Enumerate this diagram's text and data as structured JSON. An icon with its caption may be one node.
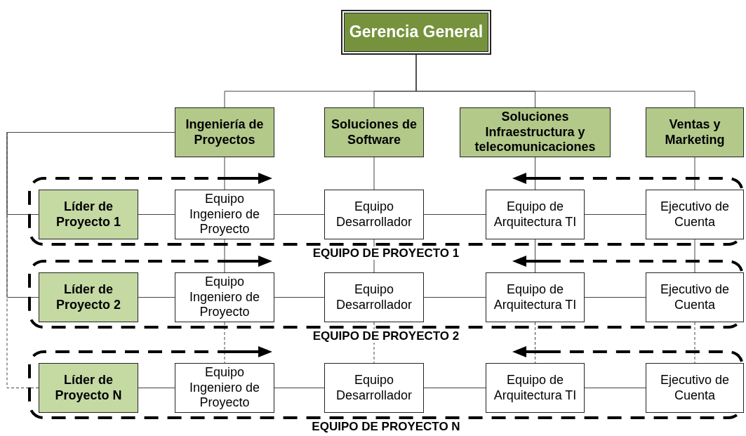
{
  "diagram": {
    "nodes": [
      {
        "text": [
          "Gerencia General"
        ]
      },
      {
        "text": [
          "Ingeniería de Proyectos"
        ]
      },
      {
        "text": [
          "Soluciones de Software"
        ]
      },
      {
        "text": [
          "Soluciones Infraestructura y telecomunicaciones"
        ]
      },
      {
        "text": [
          "Ventas y Marketing"
        ]
      },
      {
        "text": [
          "EQUIPO DE PROYECTO 1"
        ]
      },
      {
        "text": [
          "Líder de Proyecto 1"
        ],
        "in": 5
      },
      {
        "text": [
          "Equipo Ingeniero de Proyecto"
        ],
        "in": 5
      },
      {
        "text": [
          "Equipo Desarrollador"
        ],
        "in": 5
      },
      {
        "text": [
          "Equipo de Arquitectura TI"
        ],
        "in": 5
      },
      {
        "text": [
          "Ejecutivo de Cuenta"
        ],
        "in": 5
      },
      {
        "text": [
          "EQUIPO DE PROYECTO 2"
        ]
      },
      {
        "text": [
          "Líder de Proyecto 2"
        ],
        "in": 11
      },
      {
        "text": [
          "Equipo Ingeniero de Proyecto"
        ],
        "in": 11
      },
      {
        "text": [
          "Equipo Desarrollador"
        ],
        "in": 11
      },
      {
        "text": [
          "Equipo de Arquitectura TI"
        ],
        "in": 11
      },
      {
        "text": [
          "Ejecutivo de Cuenta"
        ],
        "in": 11
      },
      {
        "text": [
          "EQUIPO DE PROYECTO N"
        ]
      },
      {
        "text": [
          "Líder de Proyecto N"
        ],
        "in": 17
      },
      {
        "text": [
          "Equipo Ingeniero de Proyecto"
        ],
        "in": 17
      },
      {
        "text": [
          "Equipo Desarrollador"
        ],
        "in": 17
      },
      {
        "text": [
          "Equipo de Arquitectura TI"
        ],
        "in": 17
      },
      {
        "text": [
          "Ejecutivo de Cuenta"
        ],
        "in": 17
      }
    ],
    "edges": [
      {
        "from": 0,
        "to": 1,
        "arrow": "none"
      },
      {
        "from": 0,
        "to": 2,
        "arrow": "none"
      },
      {
        "from": 0,
        "to": 3,
        "arrow": "none"
      },
      {
        "from": 0,
        "to": 4,
        "arrow": "none"
      },
      {
        "from": 1,
        "to": 6,
        "arrow": "none"
      },
      {
        "from": 1,
        "to": 12,
        "arrow": "none"
      },
      {
        "from": 1,
        "to": 18,
        "arrow": "none",
        "style": "dashed"
      },
      {
        "from": 1,
        "to": 7,
        "arrow": "none"
      },
      {
        "from": 7,
        "to": 13,
        "arrow": "none"
      },
      {
        "from": 13,
        "to": 19,
        "arrow": "none",
        "style": "dashed"
      },
      {
        "from": 2,
        "to": 8,
        "arrow": "none"
      },
      {
        "from": 8,
        "to": 14,
        "arrow": "none"
      },
      {
        "from": 14,
        "to": 20,
        "arrow": "none",
        "style": "dashed"
      },
      {
        "from": 3,
        "to": 9,
        "arrow": "none"
      },
      {
        "from": 9,
        "to": 15,
        "arrow": "none"
      },
      {
        "from": 15,
        "to": 21,
        "arrow": "none",
        "style": "dashed"
      },
      {
        "from": 4,
        "to": 10,
        "arrow": "none"
      },
      {
        "from": 10,
        "to": 16,
        "arrow": "none"
      },
      {
        "from": 16,
        "to": 22,
        "arrow": "none",
        "style": "dashed"
      },
      {
        "from": 6,
        "to": 7,
        "arrow": "none"
      },
      {
        "from": 7,
        "to": 8,
        "arrow": "none"
      },
      {
        "from": 8,
        "to": 9,
        "arrow": "none"
      },
      {
        "from": 9,
        "to": 10,
        "arrow": "none"
      },
      {
        "from": 12,
        "to": 13,
        "arrow": "none"
      },
      {
        "from": 13,
        "to": 14,
        "arrow": "none"
      },
      {
        "from": 14,
        "to": 15,
        "arrow": "none"
      },
      {
        "from": 15,
        "to": 16,
        "arrow": "none"
      },
      {
        "from": 18,
        "to": 19,
        "arrow": "none"
      },
      {
        "from": 19,
        "to": 20,
        "arrow": "none"
      },
      {
        "from": 20,
        "to": 21,
        "arrow": "none"
      },
      {
        "from": 21,
        "to": 22,
        "arrow": "none"
      }
    ]
  }
}
